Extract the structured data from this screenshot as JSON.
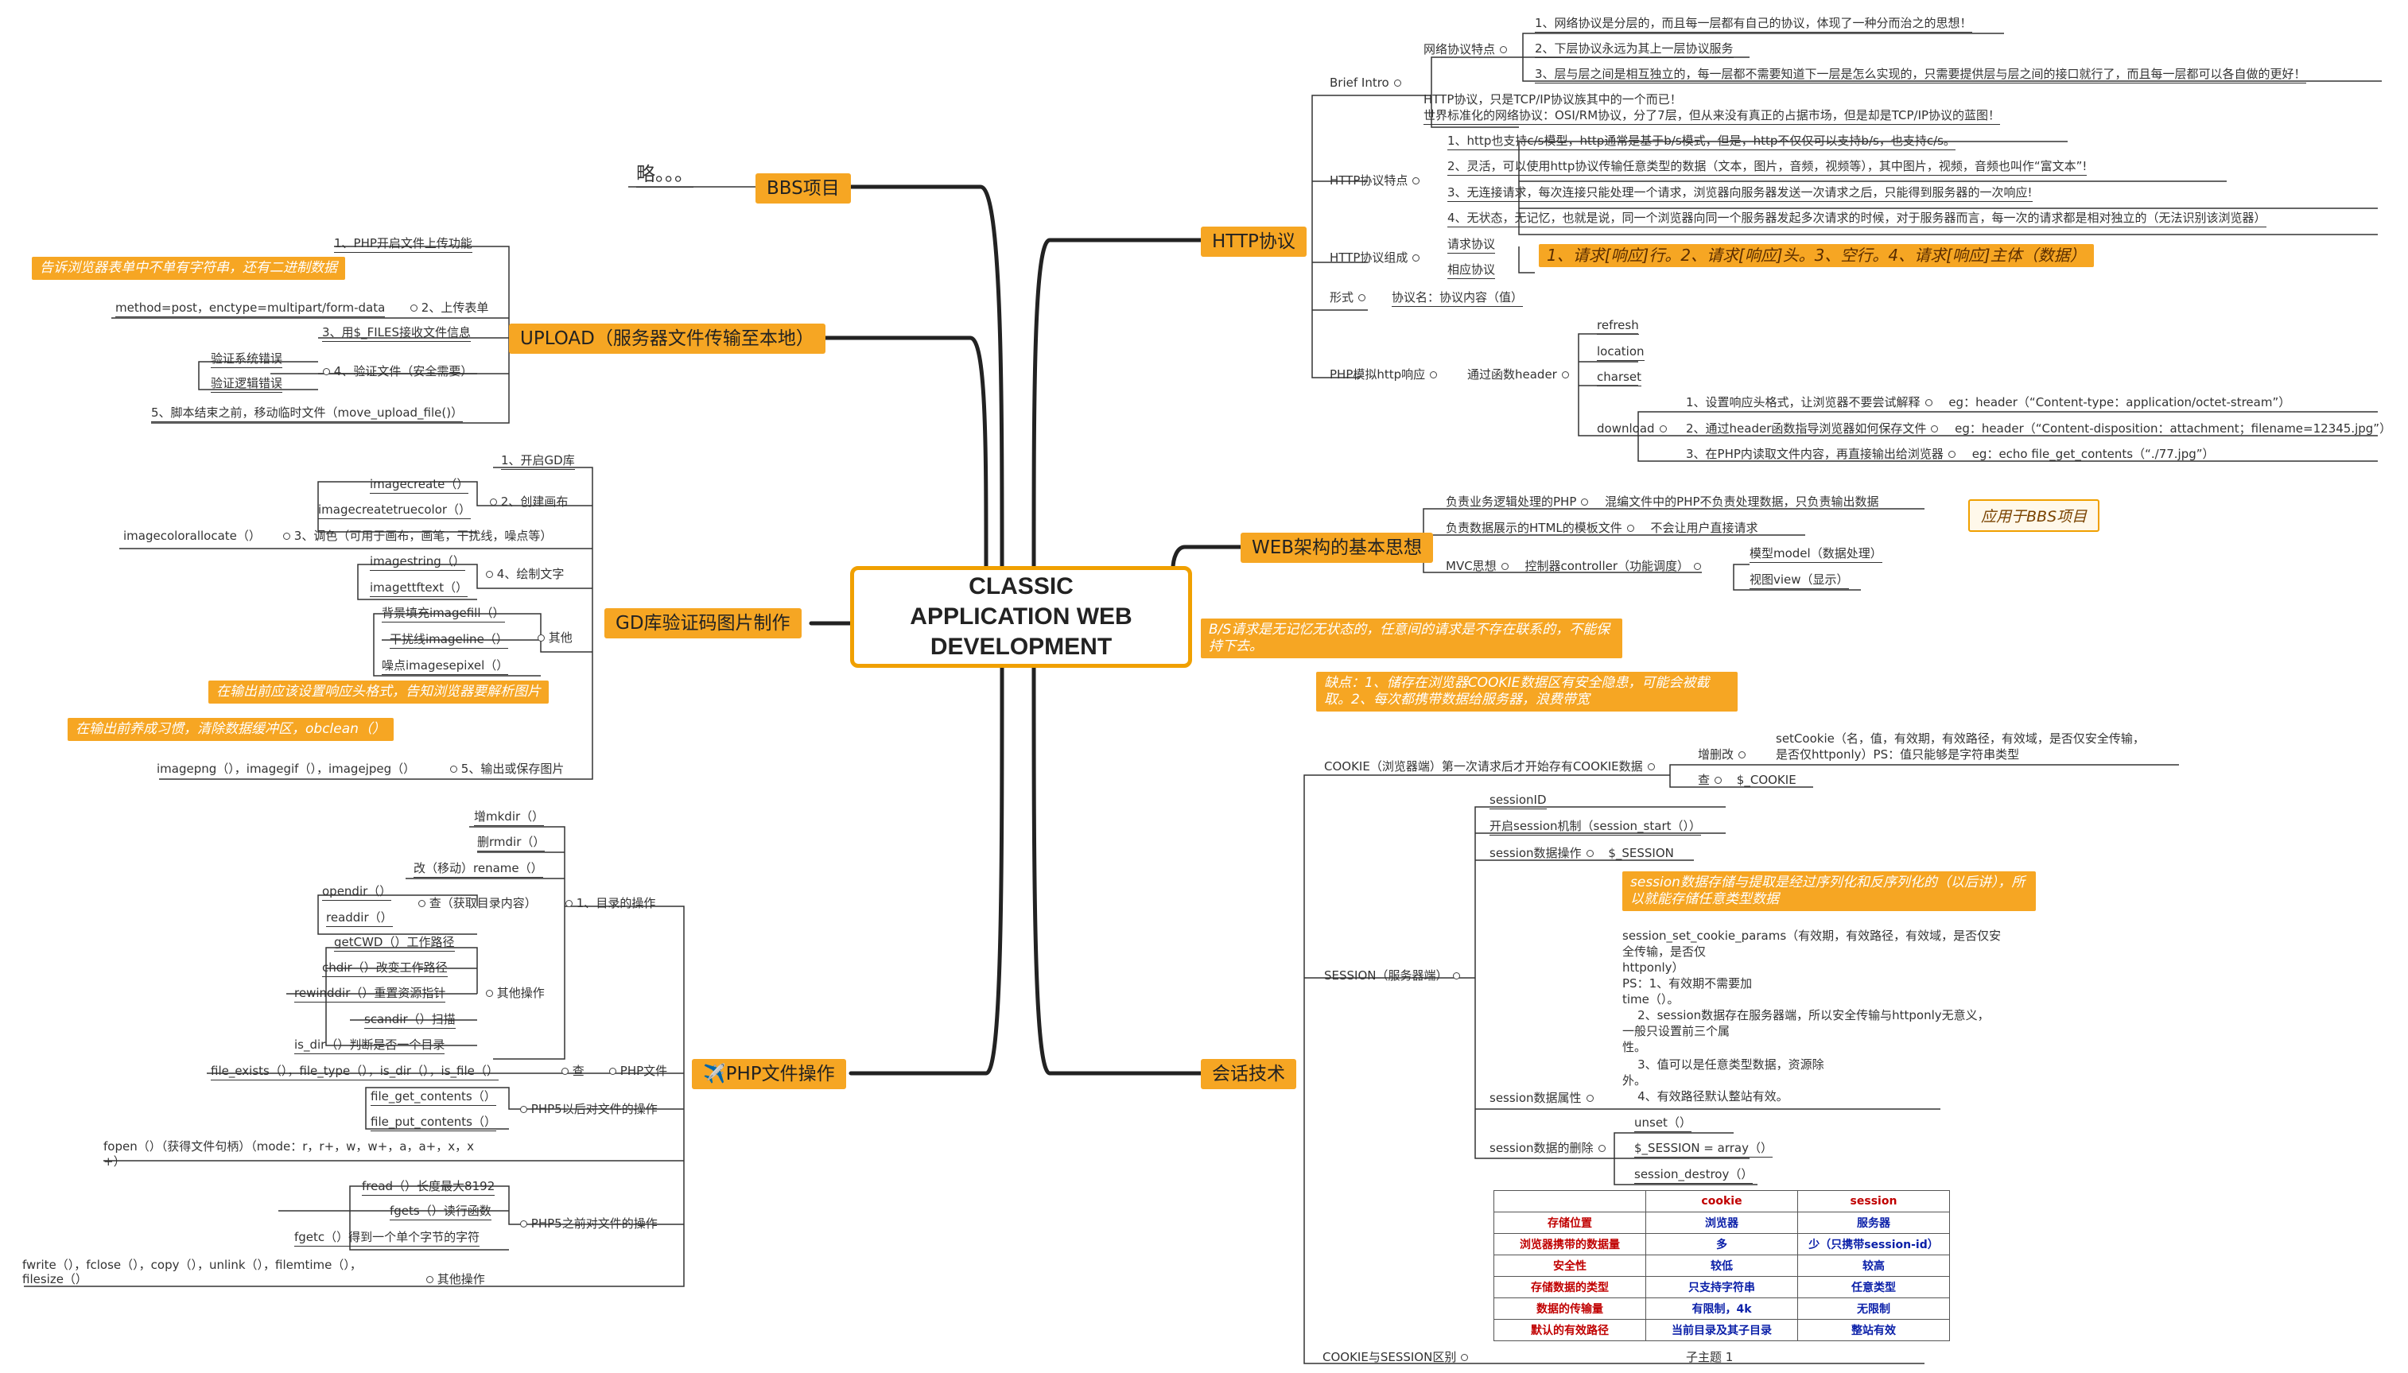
{
  "root": {
    "title": "CLASSIC APPLICATION WEB DEVELOPMENT"
  },
  "colors": {
    "branch": "#f6a623",
    "line": "#222222",
    "note_bg": "#f6a623",
    "table_key": "#c00000",
    "table_val": "#0a1fa8"
  },
  "bbs": {
    "label": "BBS项目",
    "child": "略。。。"
  },
  "upload": {
    "label": "UPLOAD（服务器文件传输至本地）",
    "note": "告诉浏览器表单中不单有字符串，还有二进制数据",
    "items": [
      "1、PHP开启文件上传功能",
      "method=post，enctype=multipart/form-data",
      "2、上传表单",
      "3、用$_FILES接收文件信息",
      "验证系统错误",
      "验证逻辑错误",
      "4、验证文件（安全需要）",
      "5、脚本结束之前，移动临时文件（move_upload_file()）"
    ]
  },
  "gd": {
    "label": "GD库验证码图片制作",
    "items": [
      "1、开启GD库",
      "imagecreate（）",
      "imagecreatetruecolor（）",
      "2、创建画布",
      "imagecolorallocate（）",
      "3、调色（可用于画布，画笔，干扰线，噪点等）",
      "imagestring（）",
      "imagettftext（）",
      "4、绘制文字",
      "背景填充imagefill（）",
      "干扰线imageline（）",
      "噪点imagesepixel（）",
      "其他",
      "imagepng（），imagegif（），imagejpeg（）",
      "5、输出或保存图片"
    ],
    "note1": "在输出前应该设置响应头格式，告知浏览器要解析图片",
    "note2": "在输出前养成习惯，清除数据缓冲区，obclean（）"
  },
  "phpfile": {
    "label": "✈️PHP文件操作",
    "items": [
      "增mkdir（）",
      "删rmdir（）",
      "改（移动）rename（）",
      "opendir（）",
      "readdir（）",
      "查（获取目录内容）",
      "1、目录的操作",
      "getCWD（）工作路径",
      "chdir（）改变工作路径",
      "rewinddir（）重置资源指针",
      "scandir（）扫描",
      "is_dir（）判断是否一个目录",
      "其他操作",
      "file_exists（），file_type（），is_dir（），is_file（）",
      "查",
      "PHP文件",
      "file_get_contents（）",
      "file_put_contents（）",
      "PHP5以后对文件的操作",
      "fopen（）（获得文件句柄）（mode：r，r+，w，w+，a，a+，x，x",
      "+）",
      "fread（）长度最大8192",
      "fgets（）读行函数",
      "fgetc（）得到一个单个字节的字符",
      "PHP5之前对文件的操作",
      "fwrite（），fclose（），copy（），unlink（），filemtime（），",
      "filesize（）",
      "其他操作"
    ]
  },
  "http": {
    "label": "HTTP协议",
    "brief": "Brief Intro",
    "net_features": "网络协议特点",
    "net_items": [
      "1、网络协议是分层的，而且每一层都有自己的协议，体现了一种分而治之的思想！",
      "2、下层协议永远为其上一层协议服务",
      "3、层与层之间是相互独立的，每一层都不需要知道下一层是怎么实现的，只需要提供层与层之间的接口就行了，而且每一层都可以各自做的更好！"
    ],
    "brief_text1": "HTTP协议，只是TCP/IP协议族其中的一个而已！",
    "brief_text2": "世界标准化的网络协议：OSI/RM协议，分了7层，但从来没有真正的占据市场，但是却是TCP/IP协议的蓝图！",
    "features": "HTTP协议特点",
    "feature_items": [
      "1、http也支持c/s模型，http通常是基于b/s模式，但是，http不仅仅可以支持b/s，也支持c/s。",
      "2、灵活，可以使用http协议传输任意类型的数据（文本，图片，音频，视频等），其中图片，视频，音频也叫作“富文本”!",
      "3、无连接请求，每次连接只能处理一个请求，浏览器向服务器发送一次请求之后，只能得到服务器的一次响应!",
      "4、无状态，无记忆，也就是说，同一个浏览器向同一个服务器发起多次请求的时候，对于服务器而言，每一次的请求都是相对独立的（无法识别该浏览器）"
    ],
    "compose": "HTTP协议组成",
    "req": "请求协议",
    "resp": "相应协议",
    "callout": "1、请求[响应]行。2、请求[响应]头。3、空行。4、请求[响应]主体（数据）",
    "form": "形式",
    "form_text": "协议名：协议内容（值）",
    "mock": "PHP模拟http响应",
    "header_fn": "通过函数header",
    "headers": [
      "refresh",
      "location",
      "charset",
      "download"
    ],
    "download_items": [
      "1、设置响应头格式，让浏览器不要尝试解释",
      "eg：header（“Content-type：application/octet-stream”）",
      "2、通过header函数指导浏览器如何保存文件",
      "eg：header（“Content-disposition：attachment；filename=12345.jpg”）",
      "3、在PHP内读取文件内容，再直接输出给浏览器",
      "eg：echo file_get_contents（“./77.jpg”）"
    ]
  },
  "web": {
    "label": "WEB架构的基本思想",
    "items": [
      "负责业务逻辑处理的PHP",
      "混编文件中的PHP不负责处理数据，只负责输出数据",
      "负责数据展示的HTML的模板文件",
      "不会让用户直接请求",
      "MVC思想",
      "控制器controller（功能调度）",
      "模型model（数据处理）",
      "视图view（显示）"
    ],
    "callout": "应用于BBS项目"
  },
  "session_tech": {
    "label": "会话技术",
    "note_bs": "B/S请求是无记忆无状态的，任意间的请求是不存在联系的，不能保持下去。",
    "note_cookie": "缺点：1、储存在浏览器COOKIE数据区有安全隐患，可能会被截取。2、每次都携带数据给服务器，浪费带宽",
    "cookie": "COOKIE（浏览器端）第一次请求后才开始存有COOKIE数据",
    "cookie_crud": "增删改",
    "cookie_set": "setCookie（名，值，有效期，有效路径，有效域，是否仅安全传输，",
    "cookie_set2": "是否仅httponly）PS：值只能够是字符串类型",
    "cookie_get": "查",
    "cookie_var": "$_COOKIE",
    "session": "SESSION（服务器端）",
    "session_items": [
      "sessionID",
      "开启session机制（session_start（））",
      "session数据操作",
      "$_SESSION"
    ],
    "note_session": "session数据存储与提取是经过序列化和反序列化的（以后讲），所以就能存储任意类型数据",
    "session_attr": "session数据属性",
    "attr_text": [
      "session_set_cookie_params（有效期，有效路径，有效域，是否仅安",
      "全传输，是否仅",
      "httponly）",
      "PS：1、有效期不需要加",
      "time（）。",
      "    2、session数据存在服务器端，所以安全传输与httponly无意义，",
      "一般只设置前三个属",
      "性。",
      "    3、值可以是任意类型数据，资源除",
      "外。",
      "    4、有效路径默认整站有效。"
    ],
    "session_del": "session数据的删除",
    "del_items": [
      "unset（）",
      "$_SESSION = array（）",
      "session_destroy（）"
    ],
    "compare": "COOKIE与SESSION区别",
    "compare_sub": "子主题 1",
    "table": {
      "header": [
        "",
        "cookie",
        "session"
      ],
      "rows": [
        [
          "存储位置",
          "浏览器",
          "服务器"
        ],
        [
          "浏览器携带的数据量",
          "多",
          "少（只携带session-id）"
        ],
        [
          "安全性",
          "较低",
          "较高"
        ],
        [
          "存储数据的类型",
          "只支持字符串",
          "任意类型"
        ],
        [
          "数据的传输量",
          "有限制，4k",
          "无限制"
        ],
        [
          "默认的有效路径",
          "当前目录及其子目录",
          "整站有效"
        ]
      ]
    }
  }
}
